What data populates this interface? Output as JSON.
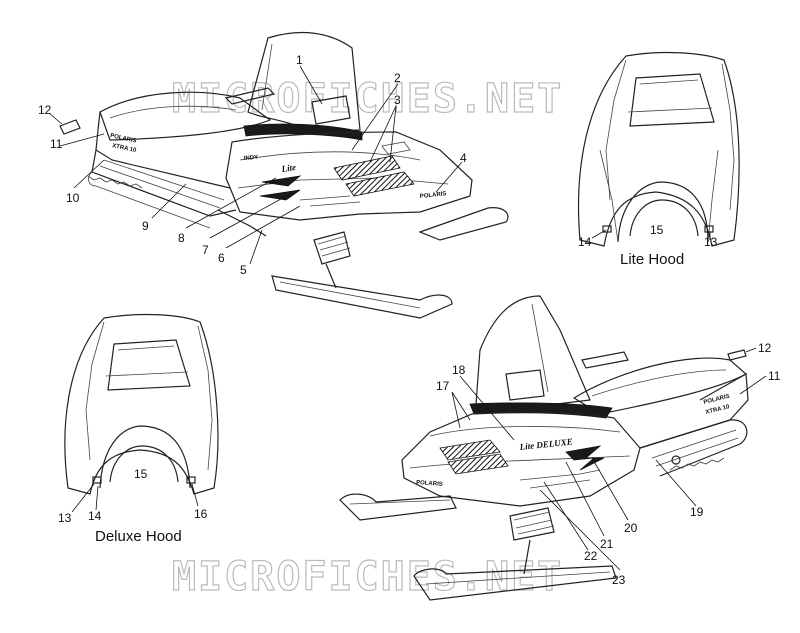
{
  "watermarks": [
    "MICROFICHES.NET",
    "MICROFICHES.NET"
  ],
  "captions": {
    "lite_hood": "Lite Hood",
    "deluxe_hood": "Deluxe Hood"
  },
  "decal_text": {
    "brand": "POLARIS",
    "model_lite": "Lite",
    "model_deluxe": "Lite DELUXE",
    "small": "INDY",
    "sub": "XTRA 10"
  },
  "callouts": {
    "c1": "1",
    "c2": "2",
    "c3": "3",
    "c4": "4",
    "c5": "5",
    "c6": "6",
    "c7": "7",
    "c8": "8",
    "c9": "9",
    "c10": "10",
    "c11": "11",
    "c12": "12",
    "lh13": "13",
    "lh14": "14",
    "lh15": "15",
    "dh13": "13",
    "dh14": "14",
    "dh15": "15",
    "dh16": "16",
    "s2_11": "11",
    "s2_12": "12",
    "c17": "17",
    "c18": "18",
    "c19": "19",
    "c20": "20",
    "c21": "21",
    "c22": "22",
    "c23": "23"
  }
}
